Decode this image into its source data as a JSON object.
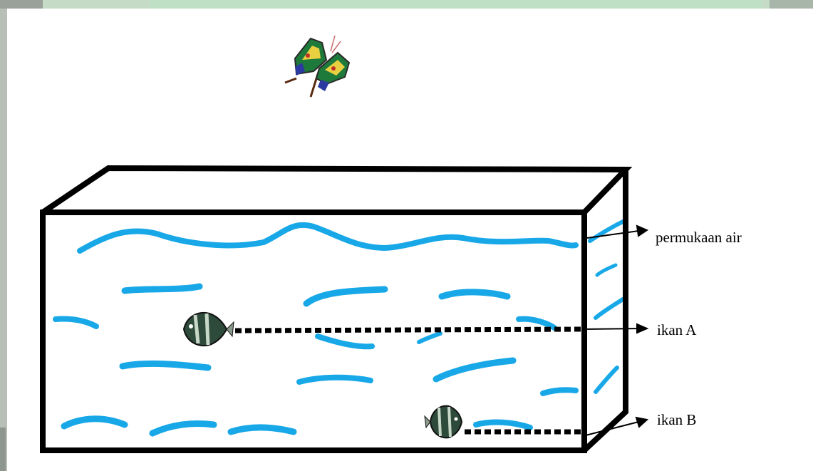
{
  "labels": {
    "surface": "permukaan air",
    "fish_a": "ikan A",
    "fish_b": "ikan B"
  },
  "colors": {
    "water": "#18a8e8",
    "outline": "#000000",
    "background_green": "#c6dbc6",
    "background_gray": "#9aa19a"
  },
  "icons": {
    "butterfly": "butterfly-icon",
    "fish": "fish-icon"
  }
}
